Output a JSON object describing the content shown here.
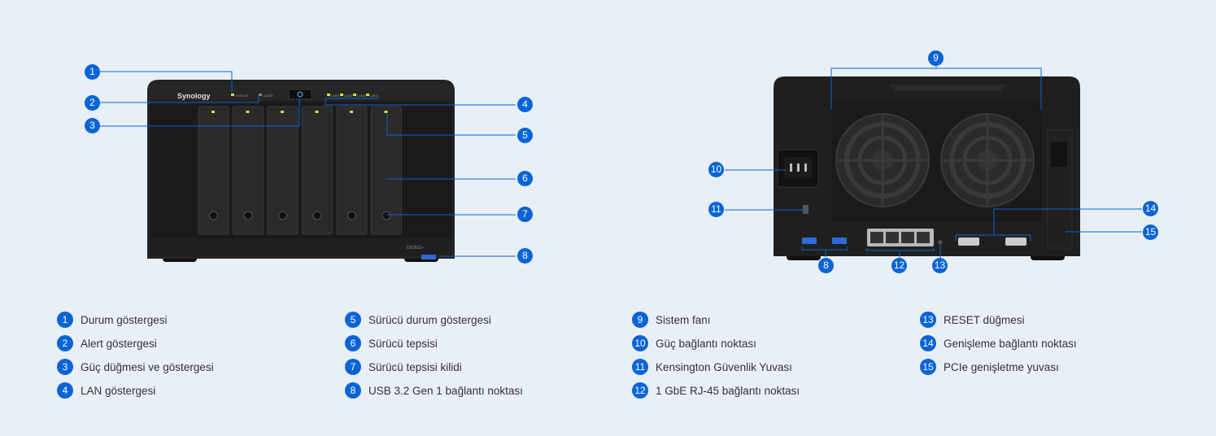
{
  "front_device": {
    "brand": "Synology",
    "model": "DS1621+",
    "leds": {
      "status": "STATUS",
      "alert": "ALERT",
      "lan1": "LAN1",
      "lan2": "LAN2",
      "lan3": "LAN3",
      "lan4": "LAN4"
    }
  },
  "callouts": [
    "1",
    "2",
    "3",
    "4",
    "5",
    "6",
    "7",
    "8",
    "9",
    "10",
    "11",
    "12",
    "13",
    "14",
    "15"
  ],
  "legend": [
    {
      "num": "1",
      "text": "Durum göstergesi"
    },
    {
      "num": "2",
      "text": "Alert göstergesi"
    },
    {
      "num": "3",
      "text": "Güç düğmesi ve göstergesi"
    },
    {
      "num": "4",
      "text": "LAN göstergesi"
    },
    {
      "num": "5",
      "text": "Sürücü durum göstergesi"
    },
    {
      "num": "6",
      "text": "Sürücü tepsisi"
    },
    {
      "num": "7",
      "text": "Sürücü tepsisi kilidi"
    },
    {
      "num": "8",
      "text": "USB 3.2 Gen 1 bağlantı noktası"
    },
    {
      "num": "9",
      "text": "Sistem fanı"
    },
    {
      "num": "10",
      "text": "Güç bağlantı noktası"
    },
    {
      "num": "11",
      "text": "Kensington Güvenlik Yuvası"
    },
    {
      "num": "12",
      "text": "1 GbE RJ-45 bağlantı noktası"
    },
    {
      "num": "13",
      "text": "RESET düğmesi"
    },
    {
      "num": "14",
      "text": "Genişleme bağlantı noktası"
    },
    {
      "num": "15",
      "text": "PCIe genişletme yuvası"
    }
  ],
  "colors": {
    "accent": "#0a64d6",
    "background": "#e9eff6",
    "device": "#1e1e1e"
  }
}
